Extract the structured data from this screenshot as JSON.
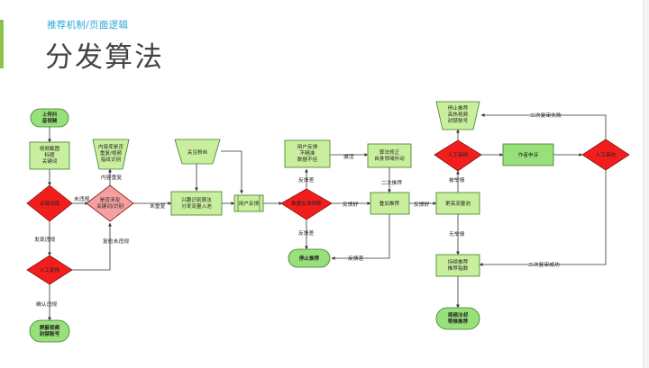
{
  "subtitle": "推荐机制/页面逻辑",
  "title": "分发算法",
  "nodes": {
    "upload": [
      "上传抖",
      "音视频"
    ],
    "review": [
      "视频截图",
      "标题",
      "关键词"
    ],
    "keyword": [
      "关键词库"
    ],
    "manual1": [
      "人工复核"
    ],
    "ban1": [
      "屏蔽视频",
      "封禁账号"
    ],
    "dup_db": [
      "内容库是否",
      "重复/视频",
      "指纹识别"
    ],
    "dup_check": [
      "是否涉及",
      "关键词/识别"
    ],
    "follow": [
      "关注粉丝"
    ],
    "pool": [
      "兴趣识别算法",
      "分发流量入池"
    ],
    "feedback": [
      "用户反馈"
    ],
    "user_low": [
      "用户反馈",
      "不精准",
      "数据不佳"
    ],
    "algo_fix": [
      "算法修正",
      "自身领域补动"
    ],
    "judge": [
      "数据反馈判断"
    ],
    "stop": [
      "停止推荐"
    ],
    "overlay": [
      "叠加推荐"
    ],
    "recheck": [
      "更高流量池"
    ],
    "stop_hot": [
      "停止推荐",
      "高热视频",
      "封禁账号"
    ],
    "manual2": [
      "人工审核"
    ],
    "author": [
      "作者申诉"
    ],
    "manual3": [
      "人工审核"
    ],
    "continue": [
      "持续推荐",
      "推荐指数"
    ],
    "cold": [
      "视频冷却",
      "等推推荐"
    ]
  },
  "labels": {
    "not_hit": "未违规",
    "found_violation": "发现违规",
    "confirm_violation": "确认违规",
    "no_repeat": "未重复",
    "content_repeat": "内容重复",
    "check_not_violation": "复检未违规",
    "bad_feedback": "反馈差",
    "bad_feedback2": "反馈差",
    "good_feedback": "反馈好",
    "good_feedback2": "反馈好",
    "bad_feedback3": "反馈差",
    "activate": "激活",
    "second_rec": "二次推荐",
    "report": "被举报",
    "no_report": "无举报",
    "second_fail": "二次复审失败",
    "second_success": "二次复审成功"
  }
}
